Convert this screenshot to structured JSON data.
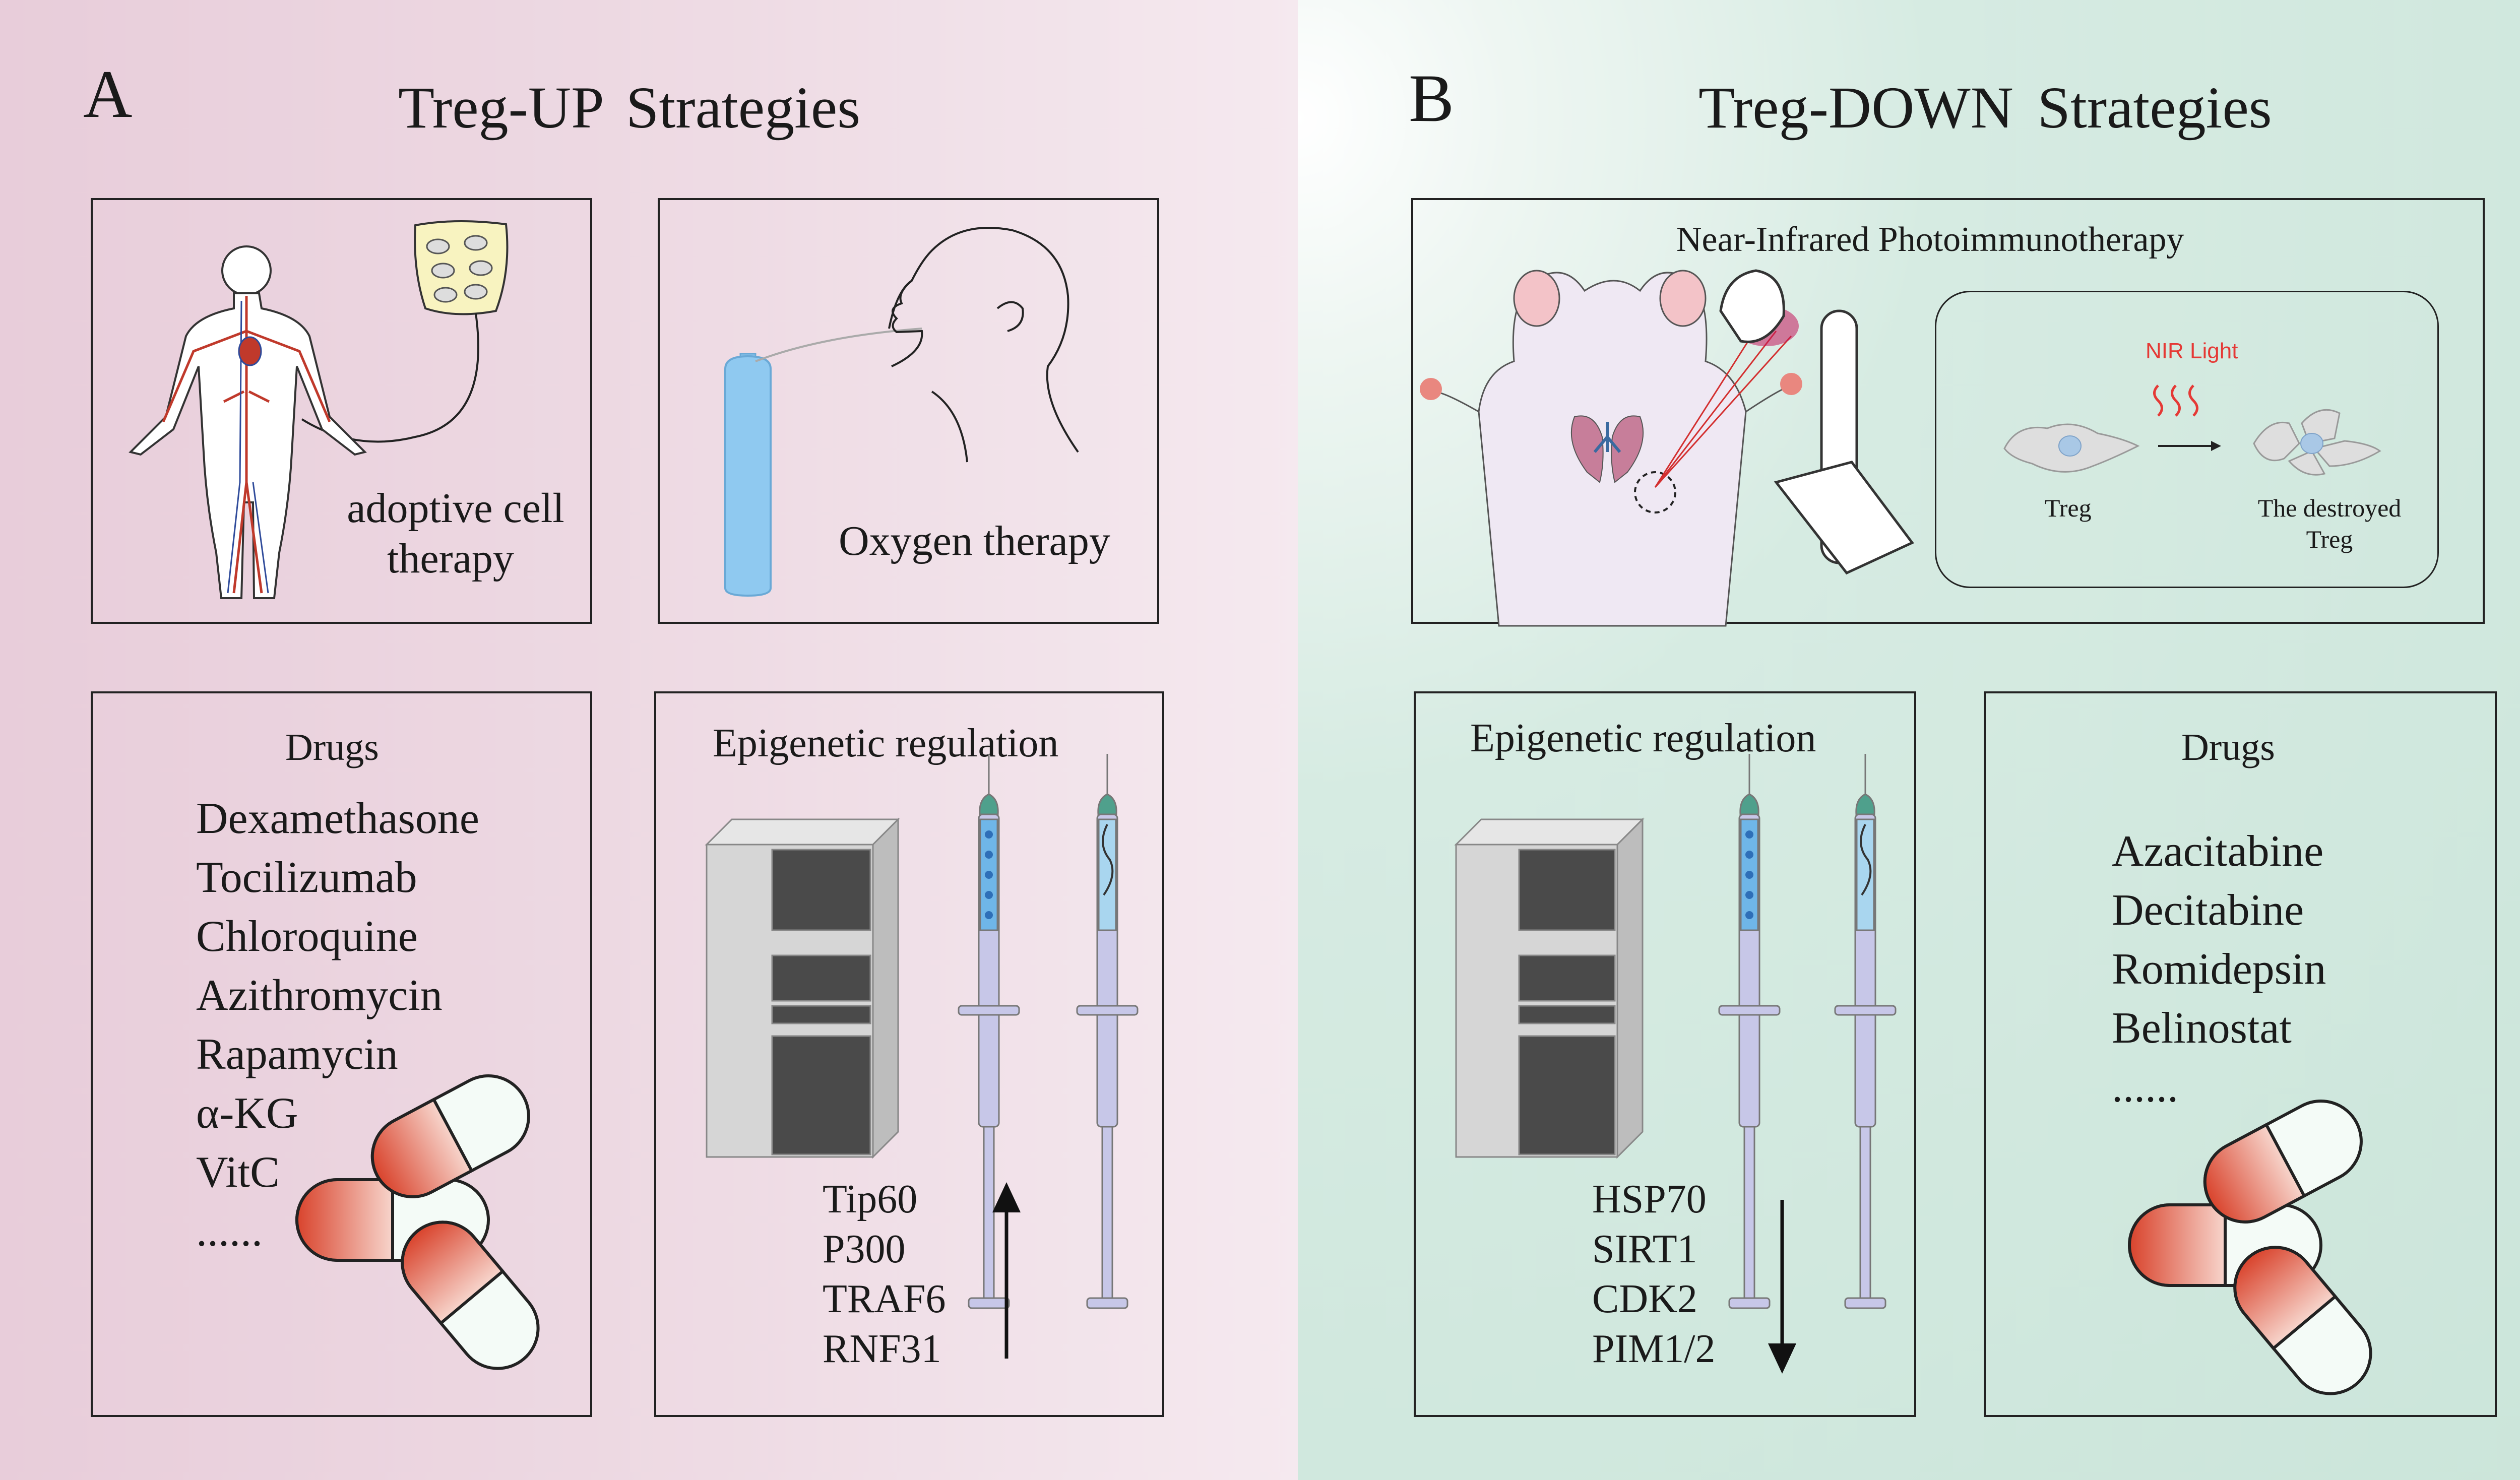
{
  "panel_a": {
    "letter": "A",
    "title": "Treg-UP  Strategies",
    "adoptive_label_line1": "adoptive cell",
    "adoptive_label_line2": "therapy",
    "oxygen_label": "Oxygen therapy",
    "drugs_heading": "Drugs",
    "drugs": [
      "Dexamethasone",
      "Tocilizumab",
      "Chloroquine",
      "Azithromycin",
      "Rapamycin",
      "α-KG",
      "VitC",
      "......"
    ],
    "epigenetic_heading": "Epigenetic regulation",
    "epigenetic_targets": [
      "Tip60",
      "P300",
      "TRAF6",
      "RNF31"
    ]
  },
  "panel_b": {
    "letter": "B",
    "title": "Treg-DOWN  Strategies",
    "nir_heading": "Near-Infrared Photoimmunotherapy",
    "nir_light_label": "NIR Light",
    "treg_label": "Treg",
    "destroyed_line1": "The destroyed",
    "destroyed_line2": "Treg",
    "epigenetic_heading": "Epigenetic regulation",
    "epigenetic_targets": [
      "HSP70",
      "SIRT1",
      "CDK2",
      "PIM1/2"
    ],
    "drugs_heading": "Drugs",
    "drugs": [
      "Azacitabine",
      "Decitabine",
      "Romidepsin",
      "Belinostat",
      "......"
    ]
  },
  "colors": {
    "left_bg": "#ebd3de",
    "right_bg": "#cde6dc",
    "pill_red": "#d9432c",
    "oxygen_blue": "#8fc9f0",
    "nir_red": "#e53935"
  }
}
